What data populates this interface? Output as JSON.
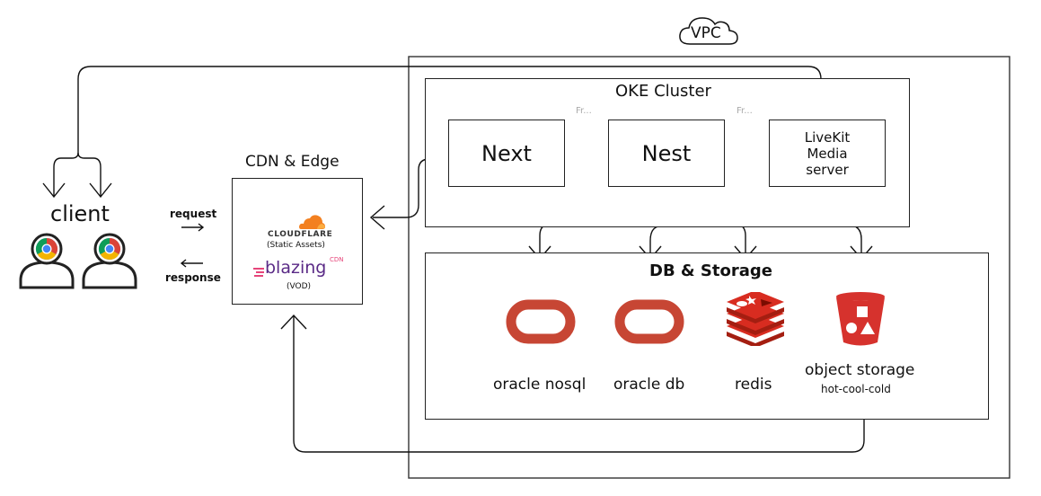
{
  "vpc": {
    "label": "VPC"
  },
  "client": {
    "label": "client",
    "request_label": "request",
    "response_label": "response"
  },
  "cdn": {
    "title": "CDN & Edge",
    "cloudflare_word": "CLOUDFLARE",
    "cloudflare_caption": "(Static Assets)",
    "blazing_word": "blazing",
    "blazing_badge": "CDN",
    "blazing_caption": "(VOD)"
  },
  "oke": {
    "title": "OKE Cluster",
    "next_label": "Next",
    "nest_label": "Nest",
    "livekit_label": [
      "LiveKit",
      "Media",
      "server"
    ],
    "faint_label_1": "Fr...",
    "faint_label_2": "Fr..."
  },
  "db": {
    "title": "DB & Storage",
    "items": [
      {
        "label": "oracle nosql",
        "icon": "oracle-icon"
      },
      {
        "label": "oracle db",
        "icon": "oracle-icon"
      },
      {
        "label": "redis",
        "icon": "redis-icon"
      },
      {
        "label": "object storage",
        "sublabel": "hot-cool-cold",
        "icon": "bucket-icon"
      }
    ]
  },
  "colors": {
    "oracle": "#c74634",
    "redis": "#d82c20",
    "bucket": "#d6322d",
    "cloudflare": "#f38020",
    "blazing": "#5a2a86",
    "chrome_red": "#db4437",
    "chrome_yellow": "#f4b400",
    "chrome_green": "#0f9d58",
    "chrome_blue": "#4285f4"
  }
}
